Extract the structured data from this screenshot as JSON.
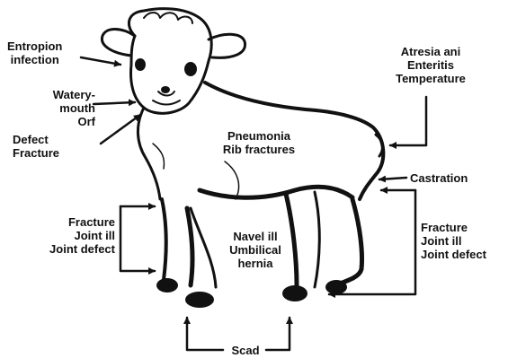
{
  "labels": {
    "entropion": [
      "Entropion",
      "infection"
    ],
    "watery_mouth": [
      "Watery-",
      "mouth",
      "Orf"
    ],
    "defect": [
      "Defect",
      "Fracture"
    ],
    "atresia": [
      "Atresia ani",
      "Enteritis",
      "Temperature"
    ],
    "pneumonia": [
      "Pneumonia",
      "Rib fractures"
    ],
    "castration": "Castration",
    "fore_leg": [
      "Fracture",
      "Joint ill",
      "Joint defect"
    ],
    "navel": [
      "Navel ill",
      "Umbilical",
      "hernia"
    ],
    "hind_leg": [
      "Fracture",
      "Joint ill",
      "Joint defect"
    ],
    "scad": "Scad"
  },
  "colors": {
    "ink": "#111111",
    "background": "#ffffff"
  }
}
